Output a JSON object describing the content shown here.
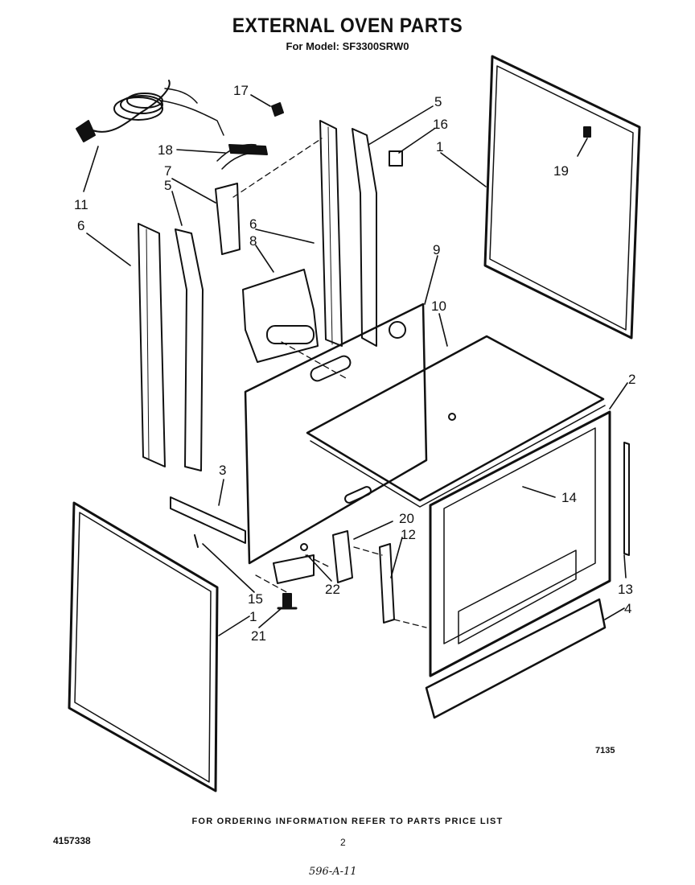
{
  "header": {
    "title": "EXTERNAL OVEN PARTS",
    "model_line": "For Model: SF3300SRW0"
  },
  "callouts": [
    {
      "id": "c1a",
      "label": "1"
    },
    {
      "id": "c1b",
      "label": "1"
    },
    {
      "id": "c2",
      "label": "2"
    },
    {
      "id": "c3",
      "label": "3"
    },
    {
      "id": "c4",
      "label": "4"
    },
    {
      "id": "c5a",
      "label": "5"
    },
    {
      "id": "c5b",
      "label": "5"
    },
    {
      "id": "c6a",
      "label": "6"
    },
    {
      "id": "c6b",
      "label": "6"
    },
    {
      "id": "c7",
      "label": "7"
    },
    {
      "id": "c8",
      "label": "8"
    },
    {
      "id": "c9",
      "label": "9"
    },
    {
      "id": "c10",
      "label": "10"
    },
    {
      "id": "c11",
      "label": "11"
    },
    {
      "id": "c12",
      "label": "12"
    },
    {
      "id": "c13",
      "label": "13"
    },
    {
      "id": "c14",
      "label": "14"
    },
    {
      "id": "c15",
      "label": "15"
    },
    {
      "id": "c16",
      "label": "16"
    },
    {
      "id": "c17",
      "label": "17"
    },
    {
      "id": "c18",
      "label": "18"
    },
    {
      "id": "c19",
      "label": "19"
    },
    {
      "id": "c20",
      "label": "20"
    },
    {
      "id": "c21",
      "label": "21"
    },
    {
      "id": "c22",
      "label": "22"
    }
  ],
  "figure_code": "7135",
  "footer": {
    "ordering_note": "FOR ORDERING INFORMATION REFER TO PARTS PRICE LIST",
    "doc_number": "4157338",
    "page_number": "2",
    "handwritten_note": "596-A-11"
  }
}
